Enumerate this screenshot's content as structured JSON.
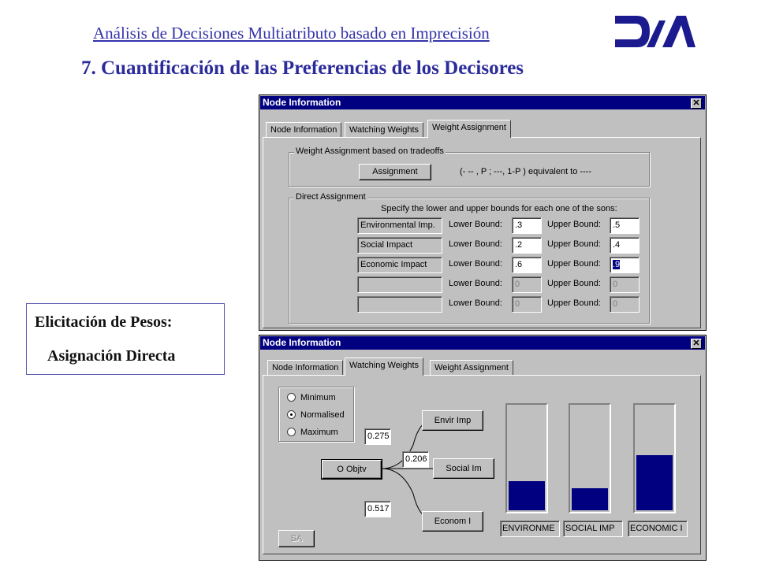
{
  "slide": {
    "header": "Análisis de Decisiones Multiatributo basado en Imprecisión",
    "title": "7. Cuantificación de las Preferencias de los Decisores",
    "side_box": {
      "line1": "Elicitación de Pesos:",
      "line2": "Asignación Directa"
    },
    "colors": {
      "header": "#3333aa",
      "title": "#2b2b9b",
      "logo": "#1b1b8f"
    }
  },
  "window1": {
    "title": "Node Information",
    "tabs": [
      "Node Information",
      "Watching Weights",
      "Weight Assignment"
    ],
    "active_tab": "Weight Assignment",
    "tradeoffs": {
      "label": "Weight Assignment based on tradeoffs",
      "button": "Assignment",
      "formula": "(- -- , P ; ---, 1-P )   equivalent to   ----"
    },
    "direct": {
      "label": "Direct Assignment",
      "instruction": "Specify the lower and upper bounds for each one of the sons:",
      "lower_label": "Lower Bound:",
      "upper_label": "Upper Bound:",
      "rows": [
        {
          "name": "Environmental Imp.",
          "lower": ".3",
          "upper": ".5"
        },
        {
          "name": "Social Impact",
          "lower": ".2",
          "upper": ".4"
        },
        {
          "name": "Economic Impact",
          "lower": ".6",
          "upper": ".9"
        },
        {
          "name": "",
          "lower": "0",
          "upper": "0"
        },
        {
          "name": "",
          "lower": "0",
          "upper": "0"
        }
      ]
    }
  },
  "window2": {
    "title": "Node Information",
    "tabs": [
      "Node Information",
      "Watching Weights",
      "Weight Assignment"
    ],
    "active_tab": "Watching Weights",
    "radio_options": [
      "Minimum",
      "Normalised",
      "Maximum"
    ],
    "selected_option": "Normalised",
    "root_node": "O Objtv",
    "children": [
      {
        "name": "Envir Imp",
        "weight": "0.275"
      },
      {
        "name": "Social Im",
        "weight": "0.206"
      },
      {
        "name": "Econom I",
        "weight": "0.517"
      }
    ],
    "gauges": [
      {
        "label": "ENVIRONME",
        "level": 0.275
      },
      {
        "label": "SOCIAL IMP",
        "level": 0.206
      },
      {
        "label": "ECONOMIC I",
        "level": 0.517
      }
    ],
    "sa_button": "SA",
    "gauge_color": "#000080"
  }
}
